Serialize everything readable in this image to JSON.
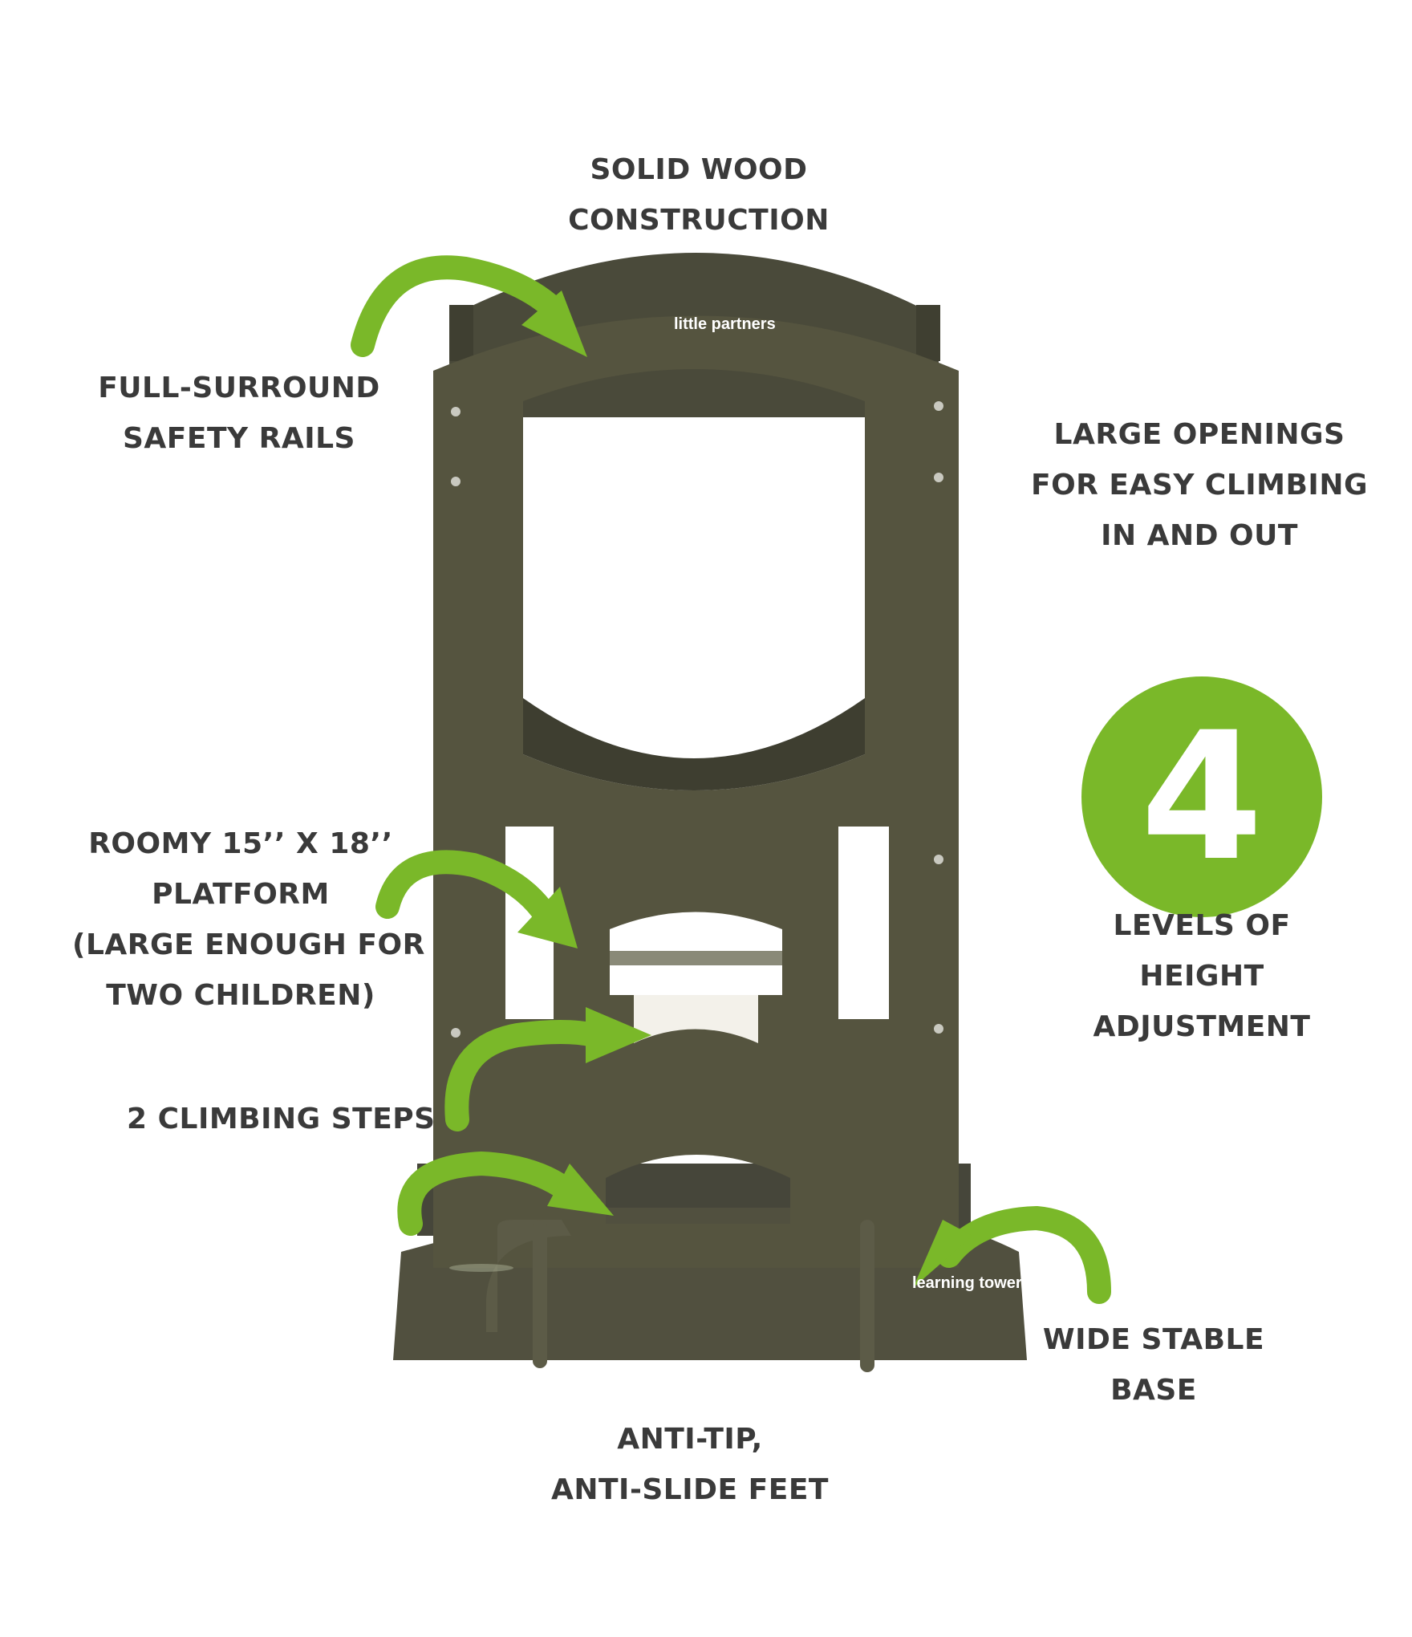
{
  "callouts": {
    "solid_wood": [
      "SOLID WOOD",
      "CONSTRUCTION"
    ],
    "safety_rails": [
      "FULL-SURROUND",
      "SAFETY RAILS"
    ],
    "large_openings": [
      "LARGE OPENINGS",
      "FOR EASY CLIMBING",
      "IN AND OUT"
    ],
    "platform": [
      "ROOMY 15’’ X 18’’",
      "PLATFORM",
      "(LARGE ENOUGH FOR",
      "TWO CHILDREN)"
    ],
    "height_levels": [
      "LEVELS OF",
      "HEIGHT",
      "ADJUSTMENT"
    ],
    "climbing_steps": [
      "2 CLIMBING STEPS"
    ],
    "stable_base": [
      "WIDE STABLE",
      "BASE"
    ],
    "feet": [
      "ANTI-TIP,",
      "ANTI-SLIDE FEET"
    ]
  },
  "badge": {
    "number": "4"
  },
  "brand": {
    "logo_text": "little partners",
    "base_text": "learning tower"
  },
  "colors": {
    "accent_green": "#7ab829",
    "wood_olive": "#51503f",
    "text_dark": "#3a3a3a"
  },
  "icons": [
    "curved-arrow-icon",
    "product-photo"
  ]
}
